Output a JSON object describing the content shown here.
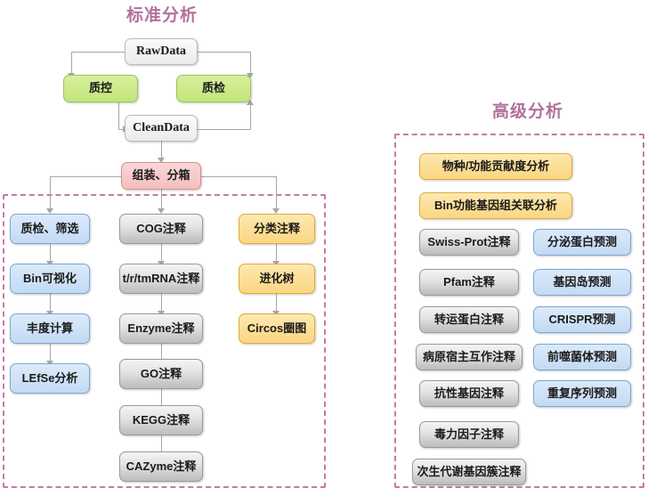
{
  "sections": {
    "standard": {
      "title": "标准分析",
      "title_color": "#b0729c"
    },
    "advanced": {
      "title": "高级分析",
      "title_color": "#b0729c"
    }
  },
  "colors": {
    "dashed_border": "#c978ab",
    "green_fill": "#cdea8b",
    "red_fill": "#f6cbc9",
    "blue_fill": "#cfe2f7",
    "gray_fill": "#e2e2e2",
    "yellow_fill": "#fcdf98",
    "plain_fill": "#f2f2f2",
    "connector": "#a6a6a6"
  },
  "standard_flow": {
    "raw_data": "RawData",
    "qc_control": "质控",
    "qc_check": "质检",
    "clean_data": "CleanData",
    "assembly_binning": "组装、分箱"
  },
  "standard_columns": [
    {
      "name": "bin-column",
      "style": "blue",
      "items": [
        "质检、筛选",
        "Bin可视化",
        "丰度计算",
        "LEfSe分析"
      ]
    },
    {
      "name": "annotation-column",
      "style": "gray",
      "items": [
        "COG注释",
        "t/r/tmRNA注释",
        "Enzyme注释",
        "GO注释",
        "KEGG注释",
        "CAZyme注释"
      ]
    },
    {
      "name": "taxonomy-column",
      "style": "yellow",
      "items": [
        "分类注释",
        "进化树",
        "Circos圈图"
      ]
    }
  ],
  "advanced_top": [
    "物种/功能贡献度分析",
    "Bin功能基因组关联分析"
  ],
  "advanced_left_column": [
    "Swiss-Prot注释",
    "Pfam注释",
    "转运蛋白注释",
    "病原宿主互作注释",
    "抗性基因注释",
    "毒力因子注释",
    "次生代谢基因簇注释"
  ],
  "advanced_right_column": [
    "分泌蛋白预测",
    "基因岛预测",
    "CRISPR预测",
    "前噬菌体预测",
    "重复序列预测"
  ]
}
